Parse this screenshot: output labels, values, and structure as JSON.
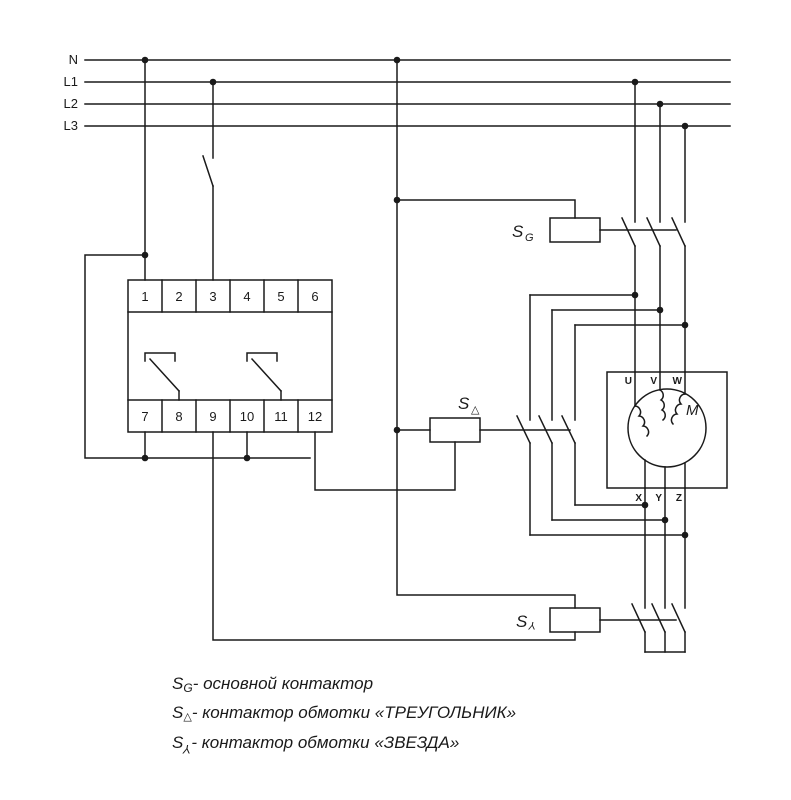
{
  "colors": {
    "line": "#1a1a1a",
    "background": "#ffffff"
  },
  "diagram": {
    "rails": [
      {
        "label": "N"
      },
      {
        "label": "L1"
      },
      {
        "label": "L2"
      },
      {
        "label": "L3"
      }
    ],
    "relay": {
      "terminals_top": [
        "1",
        "2",
        "3",
        "4",
        "5",
        "6"
      ],
      "terminals_bottom": [
        "7",
        "8",
        "9",
        "10",
        "11",
        "12"
      ]
    },
    "contactors": {
      "main": {
        "symbol": "S",
        "sub": "G"
      },
      "delta": {
        "symbol": "S",
        "sub": "△"
      },
      "star": {
        "symbol": "S",
        "sub": "⅄"
      }
    },
    "motor": {
      "label": "M",
      "terminals_top": [
        "U",
        "V",
        "W"
      ],
      "terminals_bottom": [
        "X",
        "Y",
        "Z"
      ]
    }
  },
  "legend": {
    "items": [
      {
        "symbol": "S",
        "sub": "G",
        "text": "- основной контактор"
      },
      {
        "symbol": "S",
        "sub": "△",
        "text": "- контактор обмотки «ТРЕУГОЛЬНИК»"
      },
      {
        "symbol": "S",
        "sub": "⅄",
        "text": "- контактор обмотки «ЗВЕЗДА»"
      }
    ]
  }
}
